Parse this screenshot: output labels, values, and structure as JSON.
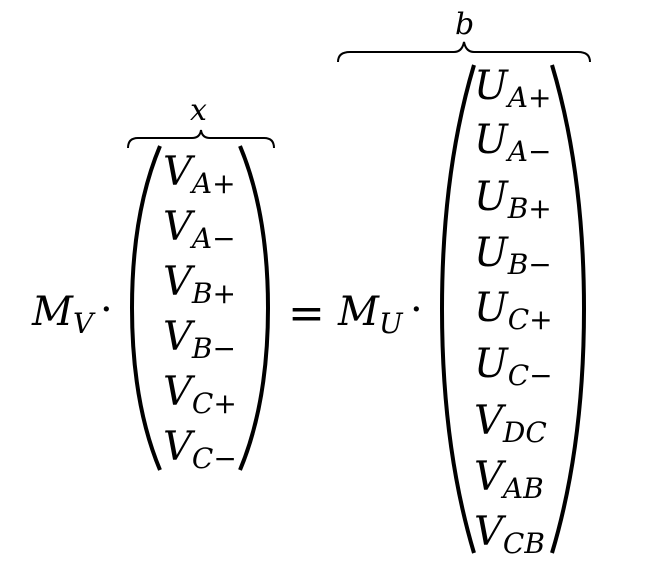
{
  "lhs": {
    "matrix": {
      "symbol": "M",
      "subscript": "V"
    },
    "overbrace_label": "x",
    "vector": [
      {
        "symbol": "V",
        "subscript": "A+"
      },
      {
        "symbol": "V",
        "subscript": "A−"
      },
      {
        "symbol": "V",
        "subscript": "B+"
      },
      {
        "symbol": "V",
        "subscript": "B−"
      },
      {
        "symbol": "V",
        "subscript": "C+"
      },
      {
        "symbol": "V",
        "subscript": "C−"
      }
    ]
  },
  "operators": {
    "dot": "·",
    "equals": "="
  },
  "rhs": {
    "matrix": {
      "symbol": "M",
      "subscript": "U"
    },
    "overbrace_label": "b",
    "vector": [
      {
        "symbol": "U",
        "subscript": "A+"
      },
      {
        "symbol": "U",
        "subscript": "A−"
      },
      {
        "symbol": "U",
        "subscript": "B+"
      },
      {
        "symbol": "U",
        "subscript": "B−"
      },
      {
        "symbol": "U",
        "subscript": "C+"
      },
      {
        "symbol": "U",
        "subscript": "C−"
      },
      {
        "symbol": "V",
        "subscript": "DC"
      },
      {
        "symbol": "V",
        "subscript": "AB"
      },
      {
        "symbol": "V",
        "subscript": "CB"
      }
    ]
  }
}
